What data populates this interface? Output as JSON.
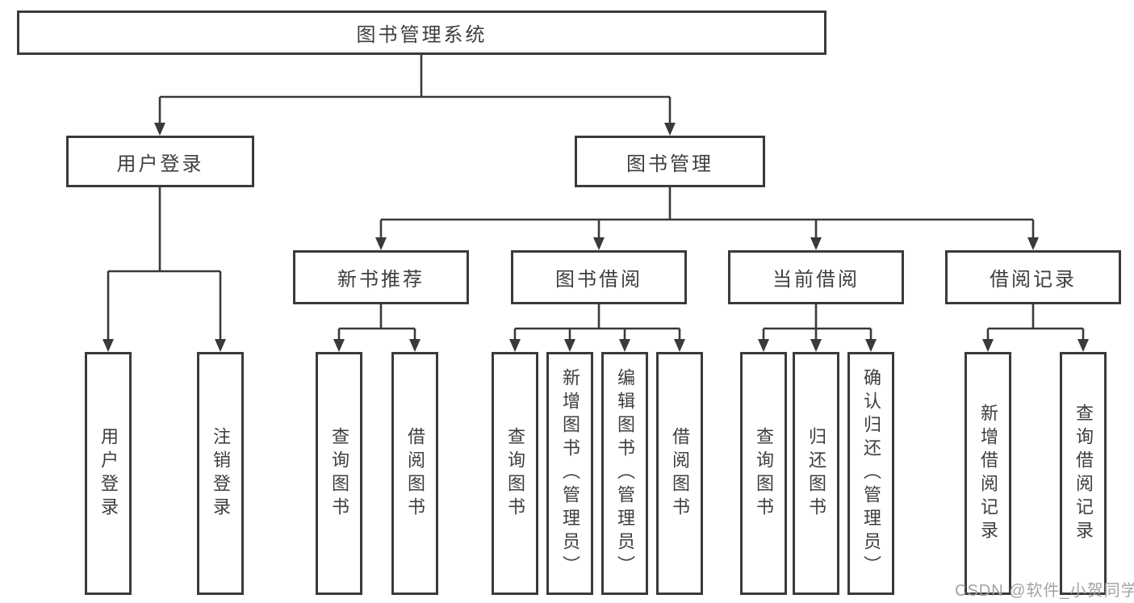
{
  "colors": {
    "line": "#3a3a3a",
    "text": "#3e3e3e",
    "watermark": "#a3a3a3"
  },
  "diagram": {
    "root": {
      "label": "图书管理系统"
    },
    "branches": [
      {
        "label": "用户登录",
        "children": [
          {
            "label": "用户登录"
          },
          {
            "label": "注销登录"
          }
        ]
      },
      {
        "label": "图书管理",
        "children": [
          {
            "label": "新书推荐",
            "children": [
              {
                "label": "查询图书"
              },
              {
                "label": "借阅图书"
              }
            ]
          },
          {
            "label": "图书借阅",
            "children": [
              {
                "label": "查询图书"
              },
              {
                "label": "新增图书（管理员）"
              },
              {
                "label": "编辑图书（管理员）"
              },
              {
                "label": "借阅图书"
              }
            ]
          },
          {
            "label": "当前借阅",
            "children": [
              {
                "label": "查询图书"
              },
              {
                "label": "归还图书"
              },
              {
                "label": "确认归还（管理员）"
              }
            ]
          },
          {
            "label": "借阅记录",
            "children": [
              {
                "label": "新增借阅记录"
              },
              {
                "label": "查询借阅记录"
              }
            ]
          }
        ]
      }
    ]
  },
  "watermark": {
    "text": "CSDN @软件_小贺同学"
  }
}
